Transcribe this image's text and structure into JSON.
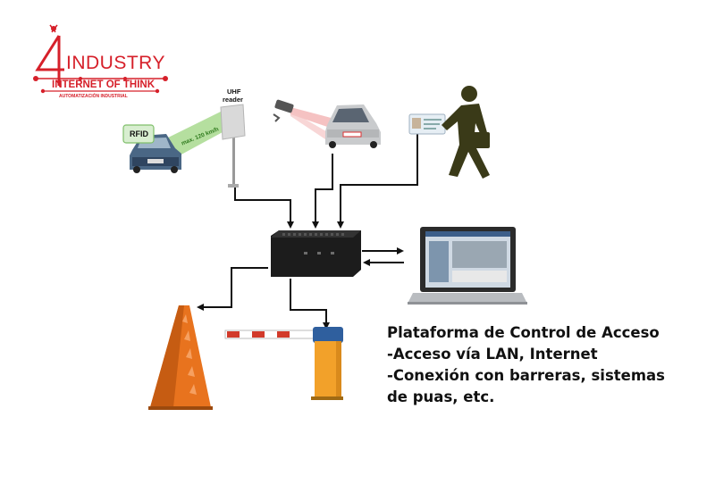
{
  "logo": {
    "brand": "INDUSTRY",
    "tagline": "INTERNET OF THINK",
    "subtitle": "AUTOMATIZACIÓN INDUSTRIAL",
    "color": "#d6202a"
  },
  "devices": {
    "rfid_tag": "RFID",
    "uhf_reader": "UHF\nreader",
    "uhf_line1": "UHF",
    "uhf_line2": "reader",
    "speed_note": "max. 120 km/h"
  },
  "caption": {
    "title": "Plataforma  de Control de Acceso",
    "line1": "-Acceso vía LAN, Internet",
    "line2": "-Conexión con barreras, sistemas",
    "line3": "de puas, etc."
  },
  "icons": {
    "car_rfid": "car-icon",
    "uhf_reader": "antenna-icon",
    "camera": "camera-icon",
    "car_lpr": "car-icon",
    "id_card": "id-card-icon",
    "person": "walking-person-icon",
    "controller": "access-controller-icon",
    "laptop": "laptop-icon",
    "spikes": "tire-killer-icon",
    "barrier": "barrier-gate-icon"
  },
  "colors": {
    "accent_red": "#d6202a",
    "rfid_beam": "#9ed18a",
    "spike_orange": "#e8731e",
    "barrier_orange": "#f2a12a"
  }
}
